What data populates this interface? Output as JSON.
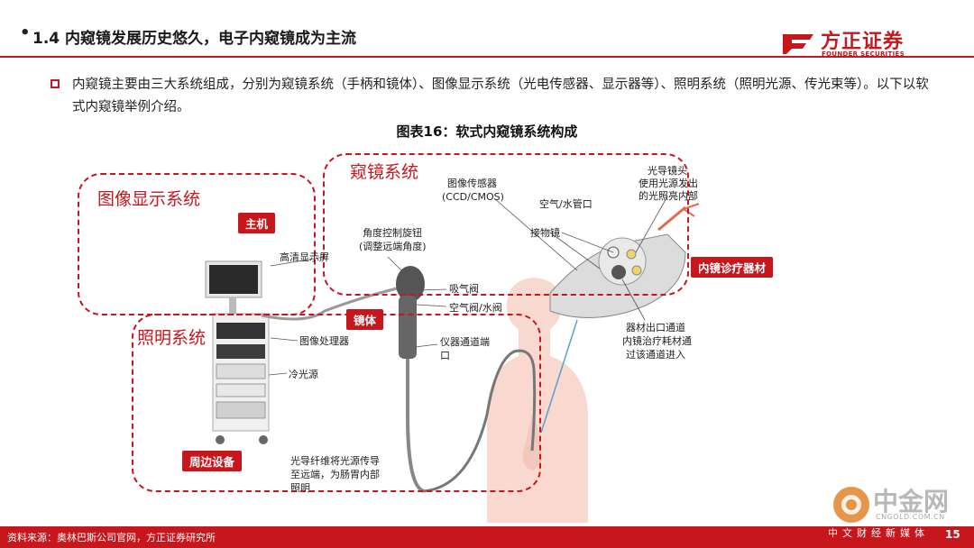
{
  "header": {
    "bullet": "•",
    "title": "1.4 内窥镜发展历史悠久，电子内窥镜成为主流"
  },
  "logo": {
    "name_cn": "方正证券",
    "name_en": "FOUNDER SECURITIES",
    "color": "#c8161d"
  },
  "intro": {
    "text": "内窥镜主要由三大系统组成，分别为窥镜系统（手柄和镜体）、图像显示系统（光电传感器、显示器等）、照明系统（照明光源、传光束等）。以下以软式内窥镜举例介绍。"
  },
  "figure": {
    "title": "图表16：软式内窥镜系统构成",
    "regions": {
      "display_system": "图像显示系统",
      "scope_system": "窥镜系统",
      "lighting_system": "照明系统"
    },
    "tags": {
      "host": "主机",
      "scope_body": "镜体",
      "peripheral": "周边设备",
      "instrument": "内镜诊疗器材"
    },
    "callouts": {
      "hd_monitor": "高清显示屏",
      "image_processor": "图像处理器",
      "cold_light": "冷光源",
      "angle_knob": "角度控制旋钮",
      "angle_knob_sub": "(调整远端角度)",
      "suction_valve": "吸气阀",
      "air_water_valve": "空气阀/水阀",
      "instrument_port_1": "仪器通道端",
      "instrument_port_2": "口",
      "fiber_1": "光导纤维将光源传导",
      "fiber_2": "至远端，为肠胃内部",
      "fiber_3": "照明",
      "image_sensor": "图像传感器",
      "image_sensor_sub": "(CCD/CMOS)",
      "air_water_tube": "空气/水管口",
      "objective": "接物镜",
      "light_guide_1": "光导镜头",
      "light_guide_2": "使用光源发出",
      "light_guide_3": "的光照亮内部",
      "outlet_1": "器材出口通道",
      "outlet_2": "内镜治疗耗材通",
      "outlet_3": "过该通道进入"
    }
  },
  "footer": {
    "source": "资料来源：奥林巴斯公司官网，方正证券研究所",
    "page": "15",
    "watermark_cn": "中金网",
    "watermark_en": "CNGOLD.COM.CN",
    "watermark_sub": "中文财经新媒体"
  }
}
